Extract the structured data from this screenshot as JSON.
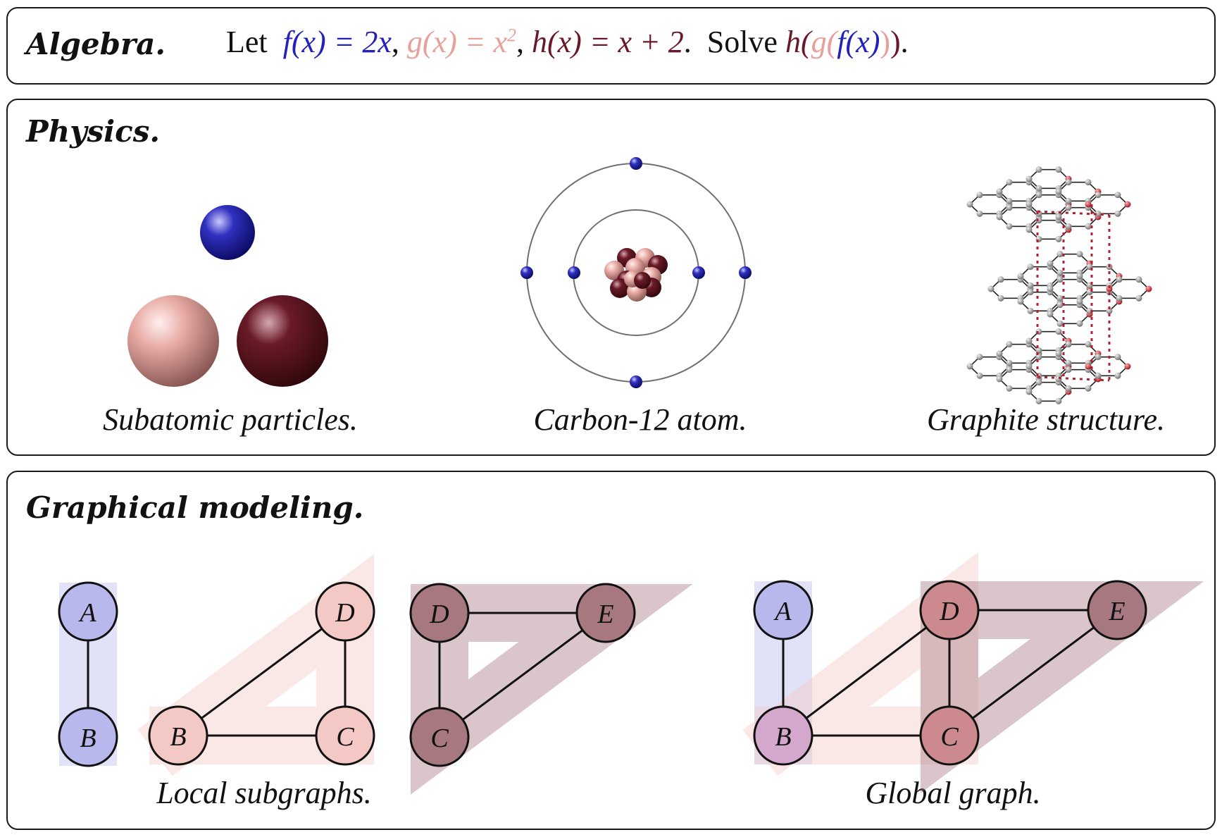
{
  "algebra": {
    "title": "Algebra.",
    "let": "Let",
    "f_def": "f(x) = 2x",
    "g_def": "g(x) = x",
    "g_exp": "2",
    "h_def": "h(x) = x + 2",
    "solve": "Solve",
    "comp_h": "h(",
    "comp_g": "g(",
    "comp_f": "f(x)",
    "comp_g_close": ")",
    "comp_h_close": ")",
    "comma": ",",
    "period": "."
  },
  "physics": {
    "title": "Physics.",
    "captions": [
      "Subatomic particles.",
      "Carbon-12 atom.",
      "Graphite structure."
    ]
  },
  "graphical_modeling": {
    "title": "Graphical modeling.",
    "captions": [
      "Local subgraphs.",
      "Global graph."
    ],
    "nodes_local": [
      "A",
      "B",
      "D",
      "B",
      "C",
      "D",
      "C",
      "E"
    ],
    "nodes_global": [
      "A",
      "B",
      "D",
      "C",
      "E"
    ]
  },
  "colors": {
    "f_blue": "#2222bb",
    "g_pink": "#e8a09a",
    "h_maroon": "#6a1828",
    "node_blue": "#b8b8ec",
    "node_pink": "#f4c8c4",
    "node_maroon": "#a87880",
    "node_mid": "#cd8a8e"
  }
}
